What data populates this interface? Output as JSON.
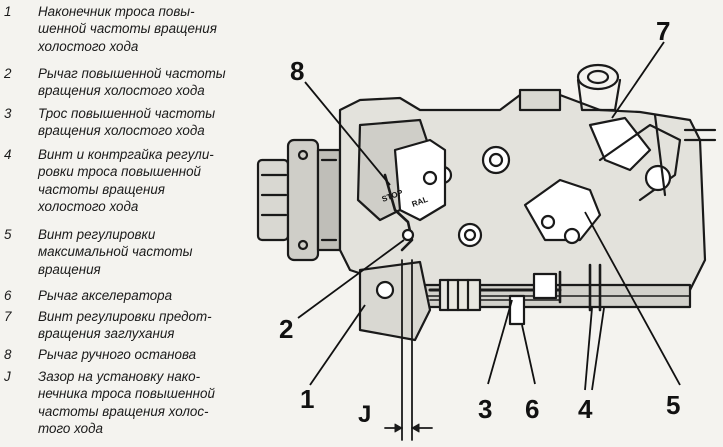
{
  "legend": [
    {
      "num": "1",
      "text": "Наконечник троса повы-\nшенной частоты вращения\nхолостого хода"
    },
    {
      "num": "2",
      "text": "Рычаг повышенной частоты\nвращения холостого хода"
    },
    {
      "num": "3",
      "text": "Трос повышенной частоты\nвращения холостого хода"
    },
    {
      "num": "4",
      "text": "Винт и контргайка регули-\nровки троса повышенной\nчастоты вращения\nхолостого хода"
    },
    {
      "num": "5",
      "text": "Винт регулировки\nмаксимальной частоты\nвращения"
    },
    {
      "num": "6",
      "text": "Рычаг акселератора"
    },
    {
      "num": "7",
      "text": "Винт регулировки предот-\nвращения заглухания"
    },
    {
      "num": "8",
      "text": "Рычаг ручного останова"
    },
    {
      "num": "J",
      "text": "Зазор на установку нако-\nнечника троса повышенной\nчастоты вращения холос-\nтого хода"
    }
  ],
  "callouts": {
    "c1": "1",
    "c2": "2",
    "c3": "3",
    "c4": "4",
    "c5": "5",
    "c6": "6",
    "c7": "7",
    "c8": "8",
    "cJ": "J"
  },
  "part_labels": {
    "stop": "STOP",
    "ral": "RAL"
  }
}
